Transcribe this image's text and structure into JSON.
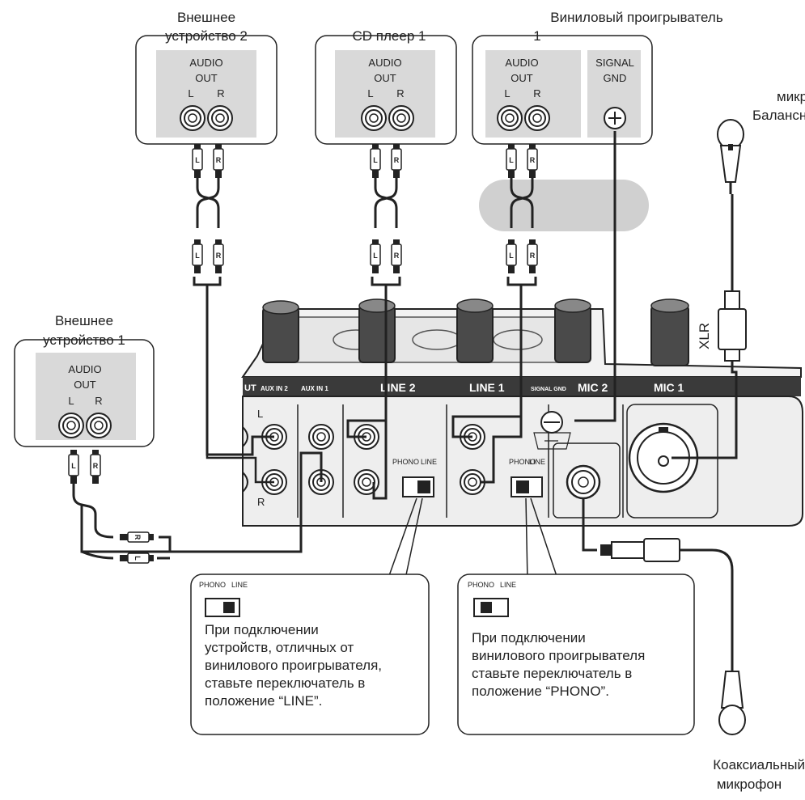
{
  "devices": {
    "ext2": {
      "name_l1": "Внешнее",
      "name_l2": "устройство 2",
      "audio": "AUDIO",
      "out": "OUT",
      "l": "L",
      "r": "R"
    },
    "cd1": {
      "name": "CD плеер 1",
      "audio": "AUDIO",
      "out": "OUT",
      "l": "L",
      "r": "R"
    },
    "vinyl1": {
      "name_l1": "Виниловый проигрыватель",
      "name_l2": "1",
      "audio": "AUDIO",
      "out": "OUT",
      "l": "L",
      "r": "R",
      "signal": "SIGNAL",
      "gnd": "GND"
    },
    "ext1": {
      "name_l1": "Внешнее",
      "name_l2": "устройство 1",
      "audio": "AUDIO",
      "out": "OUT",
      "l": "L",
      "r": "R"
    }
  },
  "mics": {
    "balanced_l1": "Балансный",
    "balanced_l2": "микрофон",
    "xlr": "XLR",
    "coax_l1": "Коаксиальный",
    "coax_l2": "микрофон"
  },
  "plugs": {
    "left": "L",
    "right": "R"
  },
  "mixer": {
    "out_frag": "UT",
    "aux2": "AUX IN 2",
    "aux1": "AUX IN 1",
    "line2": "LINE 2",
    "line1": "LINE 1",
    "signal_gnd": "SIGNAL GND",
    "mic2": "MIC 2",
    "mic1": "MIC 1",
    "l": "L",
    "r": "R"
  },
  "switch": {
    "phono": "PHONO",
    "line": "LINE"
  },
  "callouts": {
    "left": {
      "lines": [
        "При подключении",
        "устройств, отличных от",
        "винилового проигрывателя,",
        "ставьте переключатель в",
        "положение “LINE”."
      ]
    },
    "right": {
      "lines": [
        "При подключении",
        "винилового проигрывателя",
        "ставьте переключатель в",
        "положение “PHONO”."
      ]
    }
  },
  "colors": {
    "panel": "#3a3a3a",
    "knob": "#4a4a4a",
    "device_plate": "#d9d9d9",
    "highlight": "#d0d0d0"
  }
}
